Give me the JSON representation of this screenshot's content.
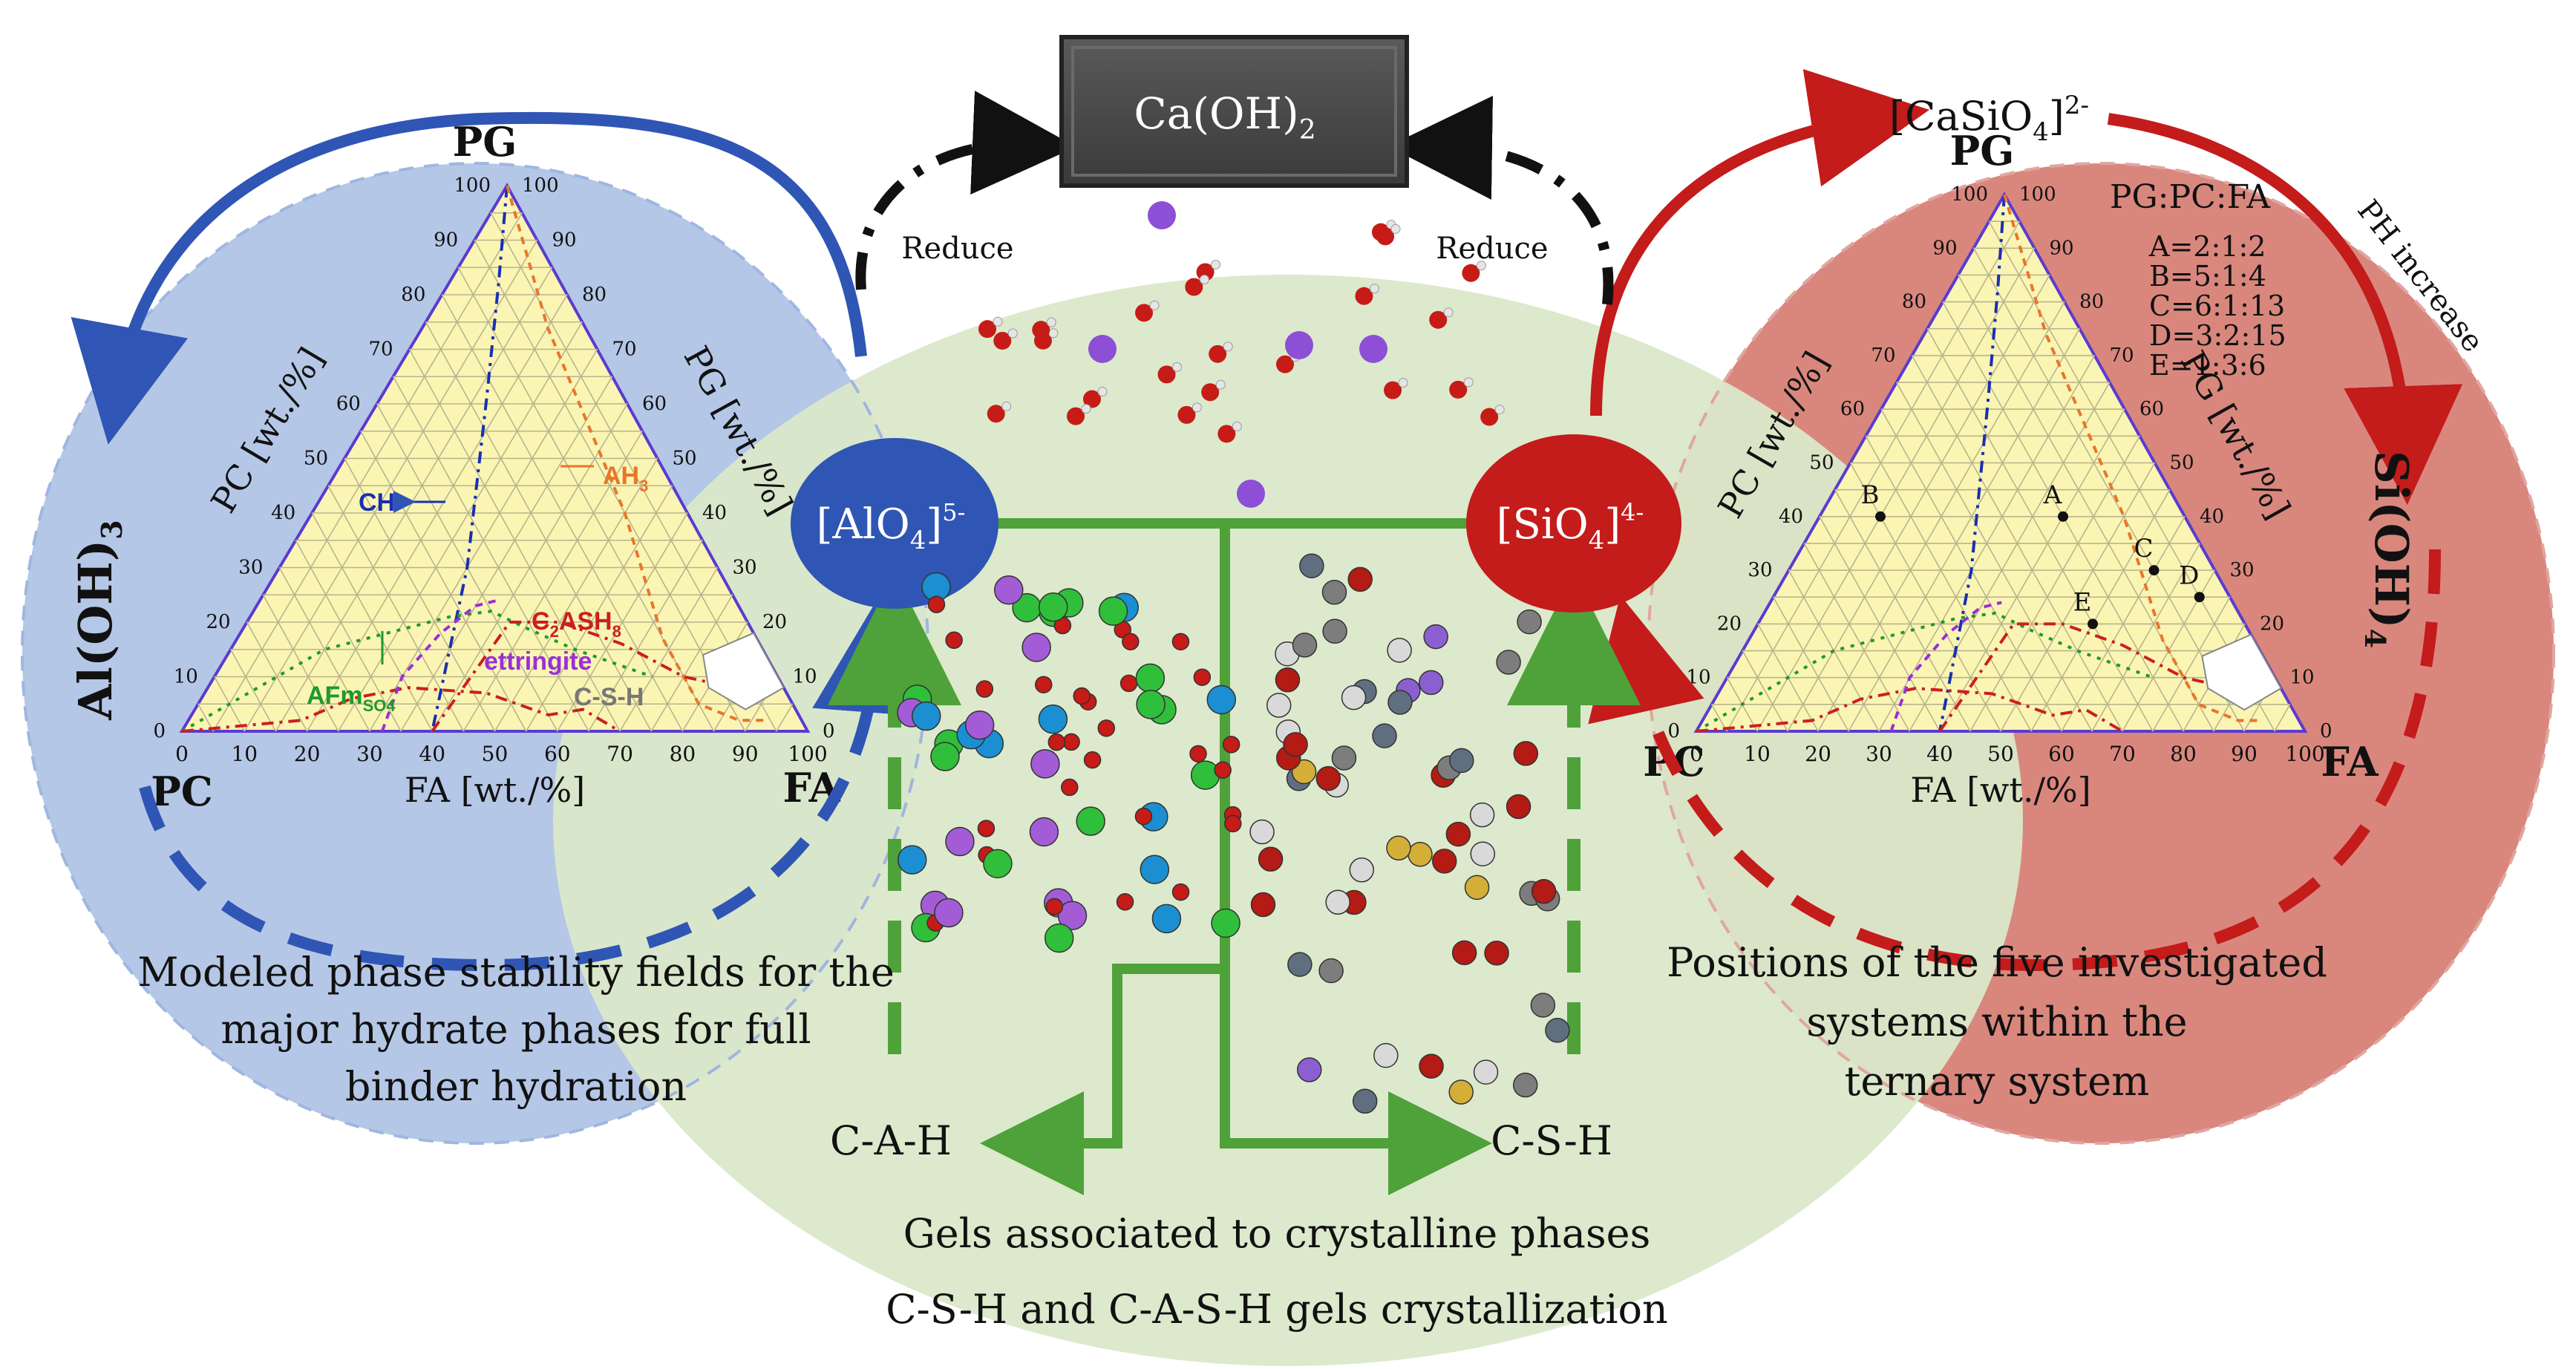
{
  "center_box": {
    "main": "Ca(OH)",
    "sub": "2"
  },
  "reduce_left": "Reduce",
  "reduce_right": "Reduce",
  "left_arc_label": {
    "main": "Al(OH)",
    "sub": "3"
  },
  "right_top_label": {
    "main": "[CaSiO",
    "sub": "4",
    "tail": "]",
    "sup": "2-"
  },
  "right_arc_label": {
    "main": "Si(OH)",
    "sub": "4"
  },
  "ph_label": "PH increase",
  "alo4": {
    "main": "[AlO",
    "sub": "4",
    "tail": "]",
    "sup": "5-"
  },
  "sio4": {
    "main": "[SiO",
    "sub": "4",
    "tail": "]",
    "sup": "4-"
  },
  "cah_label": "C-A-H",
  "csh_label": "C-S-H",
  "bottom_caption": [
    "Gels associated to crystalline phases",
    "C-S-H and C-A-S-H gels crystallization"
  ],
  "left_caption": [
    "Modeled phase stability fields for the",
    "major hydrate phases  for full",
    "binder hydration"
  ],
  "right_caption": [
    "Positions of the five investigated",
    "systems within the",
    "ternary system"
  ],
  "ternary_left": {
    "top_vertex": "PG",
    "left_vertex": "PC",
    "right_vertex": "FA",
    "left_axis": "PC [wt./%]",
    "right_axis": "PG [wt./%]",
    "bottom_axis": "FA [wt./%]",
    "ticks": [
      "0",
      "10",
      "20",
      "30",
      "40",
      "50",
      "60",
      "70",
      "80",
      "90",
      "100"
    ],
    "phases": [
      {
        "name": "CH",
        "color": "#1a2fb0"
      },
      {
        "name": "AH",
        "sub": "3",
        "color": "#e8762b"
      },
      {
        "name": "C",
        "mid": "2",
        "name2": "ASH",
        "sub": "8",
        "color": "#cc1f1f"
      },
      {
        "name": "ettringite",
        "color": "#9b2fd6"
      },
      {
        "name": "AFm",
        "sub": "SO4",
        "color": "#1e9a2a"
      },
      {
        "name": "C-S-H",
        "color": "#777777"
      }
    ]
  },
  "ternary_right": {
    "top_vertex": "PG",
    "left_vertex": "PC",
    "right_vertex": "FA",
    "left_axis": "PC [wt./%]",
    "right_axis": "PG [wt./%]",
    "bottom_axis": "FA [wt./%]",
    "ticks": [
      "0",
      "10",
      "20",
      "30",
      "40",
      "50",
      "60",
      "70",
      "80",
      "90",
      "100"
    ],
    "legend_title": "PG:PC:FA",
    "legend": [
      "A=2:1:2",
      "B=5:1:4",
      "C=6:1:13",
      "D=3:2:15",
      "E=1:3:6"
    ],
    "points": [
      "A",
      "B",
      "C",
      "D",
      "E"
    ]
  },
  "colors": {
    "left_circle": "#b5c7e6",
    "center_circle": "#dae8c9",
    "right_circle": "#d9877d",
    "blue": "#2f55b5",
    "red": "#c41b1b",
    "green": "#4fa13a",
    "triangle_fill": "#fbf5b4",
    "box": "#4a4a4a"
  }
}
